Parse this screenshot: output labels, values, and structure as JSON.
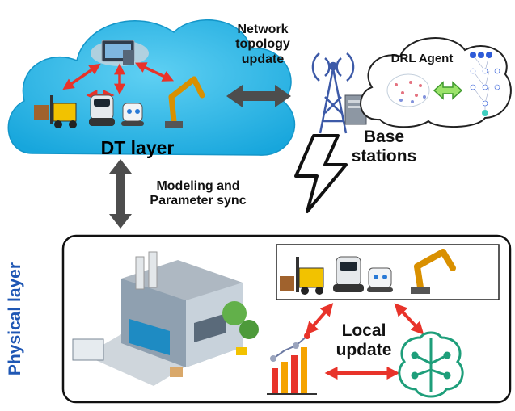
{
  "dt_layer": {
    "label": "DT layer"
  },
  "network": {
    "label_lines": [
      "Network",
      "topology",
      "update"
    ]
  },
  "agent": {
    "label": "DRL Agent"
  },
  "base_station": {
    "label_lines": [
      "Base",
      "stations"
    ]
  },
  "sync": {
    "label_lines": [
      "Modeling and",
      "Parameter sync"
    ]
  },
  "physical_layer": {
    "label": "Physical layer"
  },
  "local_update": {
    "label_lines": [
      "Local",
      "update"
    ]
  },
  "colors": {
    "cloud_fill": "#29b8e8",
    "accent_arrow": "#e8332a",
    "gray_arrow": "#4d4d4d",
    "physical_label": "#1f57b4"
  }
}
